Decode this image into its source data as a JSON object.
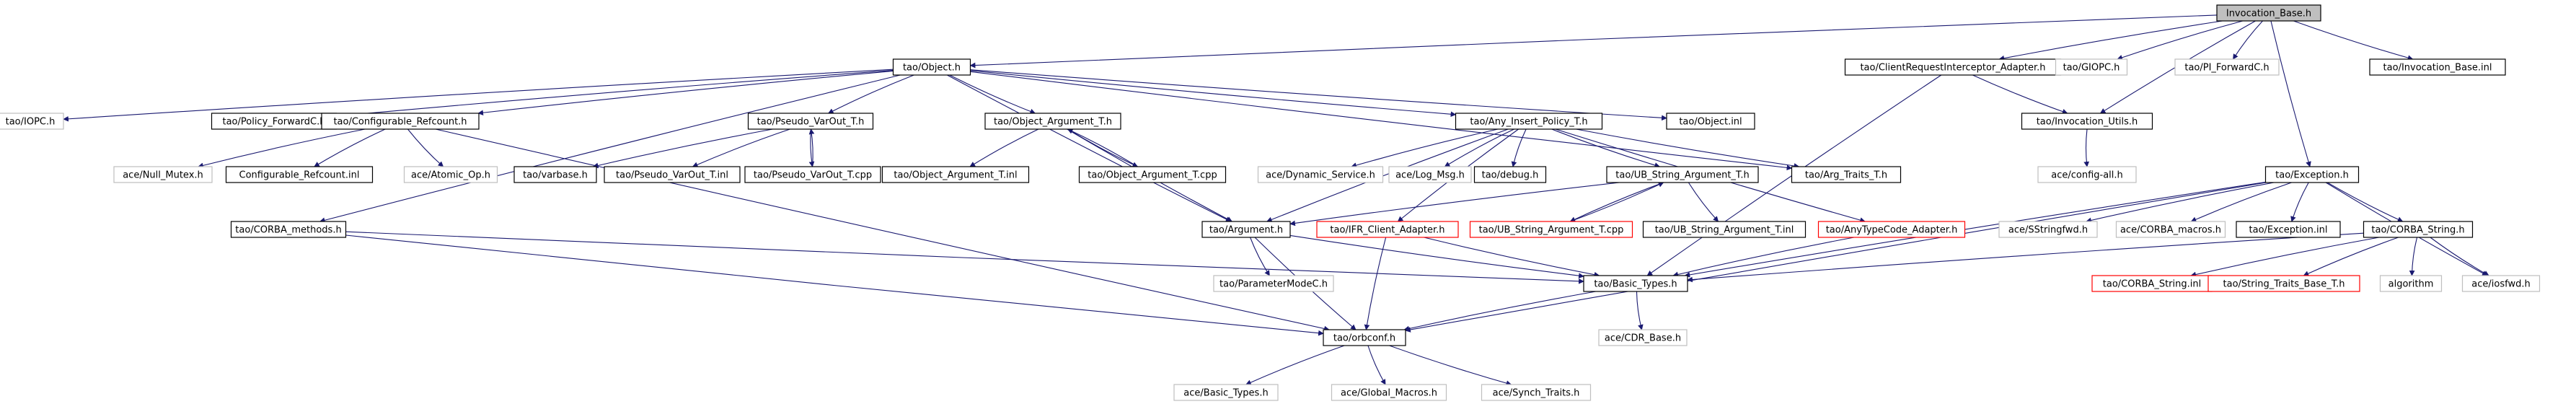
{
  "graph": {
    "root": "Invocation_Base.h",
    "nodes": [
      {
        "id": "invocation_base_h",
        "label": "Invocation_Base.h",
        "style": "root"
      },
      {
        "id": "tao_object_h",
        "label": "tao/Object.h",
        "style": "normal"
      },
      {
        "id": "tao_clientrequestinterceptor_adapter_h",
        "label": "tao/ClientRequestInterceptor_Adapter.h",
        "style": "normal"
      },
      {
        "id": "tao_giopc_h",
        "label": "tao/GIOPC.h",
        "style": "gray"
      },
      {
        "id": "tao_pi_forwardc_h",
        "label": "tao/PI_ForwardC.h",
        "style": "gray"
      },
      {
        "id": "tao_invocation_base_inl",
        "label": "tao/Invocation_Base.inl",
        "style": "normal"
      },
      {
        "id": "tao_iopc_h",
        "label": "tao/IOPC.h",
        "style": "gray"
      },
      {
        "id": "tao_policy_forwardc_h",
        "label": "tao/Policy_ForwardC.h",
        "style": "normal"
      },
      {
        "id": "tao_configurable_refcount_h",
        "label": "tao/Configurable_Refcount.h",
        "style": "normal"
      },
      {
        "id": "tao_pseudo_varout_t_h",
        "label": "tao/Pseudo_VarOut_T.h",
        "style": "normal"
      },
      {
        "id": "tao_object_argument_t_h",
        "label": "tao/Object_Argument_T.h",
        "style": "normal"
      },
      {
        "id": "tao_any_insert_policy_t_h",
        "label": "tao/Any_Insert_Policy_T.h",
        "style": "normal"
      },
      {
        "id": "tao_object_inl",
        "label": "tao/Object.inl",
        "style": "normal"
      },
      {
        "id": "tao_invocation_utils_h",
        "label": "tao/Invocation_Utils.h",
        "style": "normal"
      },
      {
        "id": "ace_null_mutex_h",
        "label": "ace/Null_Mutex.h",
        "style": "gray"
      },
      {
        "id": "configurable_refcount_inl",
        "label": "Configurable_Refcount.inl",
        "style": "normal"
      },
      {
        "id": "ace_atomic_op_h",
        "label": "ace/Atomic_Op.h",
        "style": "gray"
      },
      {
        "id": "tao_varbase_h",
        "label": "tao/varbase.h",
        "style": "normal"
      },
      {
        "id": "tao_pseudo_varout_t_inl",
        "label": "tao/Pseudo_VarOut_T.inl",
        "style": "normal"
      },
      {
        "id": "tao_pseudo_varout_t_cpp",
        "label": "tao/Pseudo_VarOut_T.cpp",
        "style": "normal"
      },
      {
        "id": "tao_object_argument_t_inl",
        "label": "tao/Object_Argument_T.inl",
        "style": "normal"
      },
      {
        "id": "tao_object_argument_t_cpp",
        "label": "tao/Object_Argument_T.cpp",
        "style": "normal"
      },
      {
        "id": "ace_dynamic_service_h",
        "label": "ace/Dynamic_Service.h",
        "style": "gray"
      },
      {
        "id": "ace_log_msg_h",
        "label": "ace/Log_Msg.h",
        "style": "gray"
      },
      {
        "id": "tao_debug_h",
        "label": "tao/debug.h",
        "style": "normal"
      },
      {
        "id": "tao_ub_string_argument_t_h",
        "label": "tao/UB_String_Argument_T.h",
        "style": "normal"
      },
      {
        "id": "tao_arg_traits_t_h",
        "label": "tao/Arg_Traits_T.h",
        "style": "normal"
      },
      {
        "id": "ace_config_all_h",
        "label": "ace/config-all.h",
        "style": "gray"
      },
      {
        "id": "tao_exception_h",
        "label": "tao/Exception.h",
        "style": "normal"
      },
      {
        "id": "tao_corba_methods_h",
        "label": "tao/CORBA_methods.h",
        "style": "normal"
      },
      {
        "id": "tao_argument_h",
        "label": "tao/Argument.h",
        "style": "normal"
      },
      {
        "id": "tao_ifr_client_adapter_h",
        "label": "tao/IFR_Client_Adapter.h",
        "style": "red"
      },
      {
        "id": "tao_ub_string_argument_t_cpp",
        "label": "tao/UB_String_Argument_T.cpp",
        "style": "red"
      },
      {
        "id": "tao_ub_string_argument_t_inl",
        "label": "tao/UB_String_Argument_T.inl",
        "style": "normal"
      },
      {
        "id": "tao_anytypecode_adapter_h",
        "label": "tao/AnyTypeCode_Adapter.h",
        "style": "red"
      },
      {
        "id": "ace_sstringfwd_h",
        "label": "ace/SStringfwd.h",
        "style": "gray"
      },
      {
        "id": "ace_corba_macros_h",
        "label": "ace/CORBA_macros.h",
        "style": "gray"
      },
      {
        "id": "tao_exception_inl",
        "label": "tao/Exception.inl",
        "style": "normal"
      },
      {
        "id": "tao_corba_string_h",
        "label": "tao/CORBA_String.h",
        "style": "normal"
      },
      {
        "id": "tao_parametermodec_h",
        "label": "tao/ParameterModeC.h",
        "style": "gray"
      },
      {
        "id": "tao_basic_types_h",
        "label": "tao/Basic_Types.h",
        "style": "normal"
      },
      {
        "id": "tao_corba_string_inl",
        "label": "tao/CORBA_String.inl",
        "style": "red"
      },
      {
        "id": "tao_string_traits_base_t_h",
        "label": "tao/String_Traits_Base_T.h",
        "style": "red"
      },
      {
        "id": "algorithm",
        "label": "algorithm",
        "style": "gray"
      },
      {
        "id": "ace_iosfwd_h",
        "label": "ace/iosfwd.h",
        "style": "gray"
      },
      {
        "id": "ace_cdr_base_h",
        "label": "ace/CDR_Base.h",
        "style": "gray"
      },
      {
        "id": "tao_orbconf_h",
        "label": "tao/orbconf.h",
        "style": "normal"
      },
      {
        "id": "ace_basic_types_h",
        "label": "ace/Basic_Types.h",
        "style": "gray"
      },
      {
        "id": "ace_global_macros_h",
        "label": "ace/Global_Macros.h",
        "style": "gray"
      },
      {
        "id": "ace_synch_traits_h",
        "label": "ace/Synch_Traits.h",
        "style": "gray"
      }
    ],
    "edges": [
      [
        "invocation_base_h",
        "tao_object_h"
      ],
      [
        "invocation_base_h",
        "tao_clientrequestinterceptor_adapter_h"
      ],
      [
        "invocation_base_h",
        "tao_giopc_h"
      ],
      [
        "invocation_base_h",
        "tao_pi_forwardc_h"
      ],
      [
        "invocation_base_h",
        "tao_invocation_utils_h"
      ],
      [
        "invocation_base_h",
        "tao_exception_h"
      ],
      [
        "invocation_base_h",
        "tao_invocation_base_inl"
      ],
      [
        "tao_object_h",
        "tao_iopc_h"
      ],
      [
        "tao_object_h",
        "tao_policy_forwardc_h"
      ],
      [
        "tao_object_h",
        "tao_configurable_refcount_h"
      ],
      [
        "tao_object_h",
        "tao_pseudo_varout_t_h"
      ],
      [
        "tao_object_h",
        "tao_object_argument_t_h"
      ],
      [
        "tao_object_h",
        "tao_any_insert_policy_t_h"
      ],
      [
        "tao_object_h",
        "tao_arg_traits_t_h"
      ],
      [
        "tao_object_h",
        "tao_object_inl"
      ],
      [
        "tao_object_h",
        "tao_corba_methods_h"
      ],
      [
        "tao_object_h",
        "tao_argument_h"
      ],
      [
        "tao_configurable_refcount_h",
        "ace_null_mutex_h"
      ],
      [
        "tao_configurable_refcount_h",
        "configurable_refcount_inl"
      ],
      [
        "tao_configurable_refcount_h",
        "ace_atomic_op_h"
      ],
      [
        "tao_configurable_refcount_h",
        "tao_orbconf_h"
      ],
      [
        "tao_pseudo_varout_t_h",
        "tao_varbase_h"
      ],
      [
        "tao_pseudo_varout_t_h",
        "tao_pseudo_varout_t_inl"
      ],
      [
        "tao_pseudo_varout_t_h",
        "tao_pseudo_varout_t_cpp"
      ],
      [
        "tao_pseudo_varout_t_cpp",
        "tao_pseudo_varout_t_h"
      ],
      [
        "tao_object_argument_t_h",
        "tao_object_argument_t_inl"
      ],
      [
        "tao_object_argument_t_h",
        "tao_object_argument_t_cpp"
      ],
      [
        "tao_object_argument_t_cpp",
        "tao_object_argument_t_h"
      ],
      [
        "tao_object_argument_t_h",
        "tao_argument_h"
      ],
      [
        "tao_any_insert_policy_t_h",
        "ace_dynamic_service_h"
      ],
      [
        "tao_any_insert_policy_t_h",
        "ace_log_msg_h"
      ],
      [
        "tao_any_insert_policy_t_h",
        "tao_debug_h"
      ],
      [
        "tao_any_insert_policy_t_h",
        "tao_ub_string_argument_t_h"
      ],
      [
        "tao_any_insert_policy_t_h",
        "tao_arg_traits_t_h"
      ],
      [
        "tao_any_insert_policy_t_h",
        "tao_argument_h"
      ],
      [
        "tao_any_insert_policy_t_h",
        "tao_ifr_client_adapter_h"
      ],
      [
        "tao_any_insert_policy_t_h",
        "tao_anytypecode_adapter_h"
      ],
      [
        "tao_ub_string_argument_t_h",
        "tao_argument_h"
      ],
      [
        "tao_ub_string_argument_t_h",
        "tao_ub_string_argument_t_cpp"
      ],
      [
        "tao_ub_string_argument_t_h",
        "tao_ub_string_argument_t_inl"
      ],
      [
        "tao_ub_string_argument_t_cpp",
        "tao_ub_string_argument_t_h"
      ],
      [
        "tao_clientrequestinterceptor_adapter_h",
        "tao_invocation_utils_h"
      ],
      [
        "tao_clientrequestinterceptor_adapter_h",
        "tao_basic_types_h"
      ],
      [
        "tao_invocation_utils_h",
        "ace_config_all_h"
      ],
      [
        "tao_exception_h",
        "ace_sstringfwd_h"
      ],
      [
        "tao_exception_h",
        "ace_corba_macros_h"
      ],
      [
        "tao_exception_h",
        "tao_exception_inl"
      ],
      [
        "tao_exception_h",
        "tao_corba_string_h"
      ],
      [
        "tao_exception_h",
        "tao_basic_types_h"
      ],
      [
        "tao_exception_h",
        "ace_iosfwd_h"
      ],
      [
        "tao_exception_h",
        "tao_orbconf_h"
      ],
      [
        "tao_corba_string_h",
        "tao_corba_string_inl"
      ],
      [
        "tao_corba_string_h",
        "tao_string_traits_base_t_h"
      ],
      [
        "tao_corba_string_h",
        "algorithm"
      ],
      [
        "tao_corba_string_h",
        "ace_iosfwd_h"
      ],
      [
        "tao_corba_string_h",
        "tao_basic_types_h"
      ],
      [
        "tao_corba_methods_h",
        "tao_basic_types_h"
      ],
      [
        "tao_corba_methods_h",
        "tao_orbconf_h"
      ],
      [
        "tao_argument_h",
        "tao_parametermodec_h"
      ],
      [
        "tao_argument_h",
        "tao_basic_types_h"
      ],
      [
        "tao_argument_h",
        "tao_orbconf_h"
      ],
      [
        "tao_ifr_client_adapter_h",
        "tao_basic_types_h"
      ],
      [
        "tao_ifr_client_adapter_h",
        "tao_orbconf_h"
      ],
      [
        "tao_anytypecode_adapter_h",
        "tao_basic_types_h"
      ],
      [
        "tao_basic_types_h",
        "ace_cdr_base_h"
      ],
      [
        "tao_basic_types_h",
        "tao_orbconf_h"
      ],
      [
        "tao_orbconf_h",
        "ace_basic_types_h"
      ],
      [
        "tao_orbconf_h",
        "ace_global_macros_h"
      ],
      [
        "tao_orbconf_h",
        "ace_synch_traits_h"
      ]
    ]
  },
  "colors": {
    "edge": "#191970",
    "root_fill": "#bfbfbf",
    "normal_border": "#000000",
    "gray_border": "#bfbfbf",
    "red_border": "#ff0000",
    "text": "#000000",
    "background": "#ffffff"
  }
}
